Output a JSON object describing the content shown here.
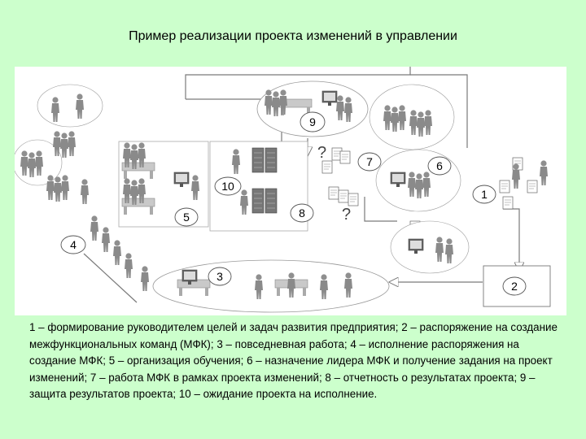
{
  "title": "Пример реализации проекта изменений в управлении",
  "nodes": [
    {
      "id": "1",
      "label": "1"
    },
    {
      "id": "2",
      "label": "2"
    },
    {
      "id": "3",
      "label": "3"
    },
    {
      "id": "4",
      "label": "4"
    },
    {
      "id": "5",
      "label": "5"
    },
    {
      "id": "6",
      "label": "6"
    },
    {
      "id": "7",
      "label": "7"
    },
    {
      "id": "8",
      "label": "8"
    },
    {
      "id": "9",
      "label": "9"
    },
    {
      "id": "10",
      "label": "10"
    }
  ],
  "caption": "1 – формирование руководителем целей и задач развития предприятия; 2 – распоряжение на создание межфункциональных команд (МФК); 3 – повседневная работа; 4 – исполнение распоряжения на создание МФК; 5 – организация обучения; 6 – назначение лидера МФК и получение задания на проект изменений; 7 – работа МФК в рамках проекта изменений; 8 – отчетность о результатах проекта; 9 – защита результатов проекта; 10 – ожидание проекта на исполнение.",
  "colors": {
    "background": "#ccffcc",
    "diagram_bg": "#ffffff",
    "figure": "#8c8c8c",
    "line": "#7a7a7a"
  }
}
